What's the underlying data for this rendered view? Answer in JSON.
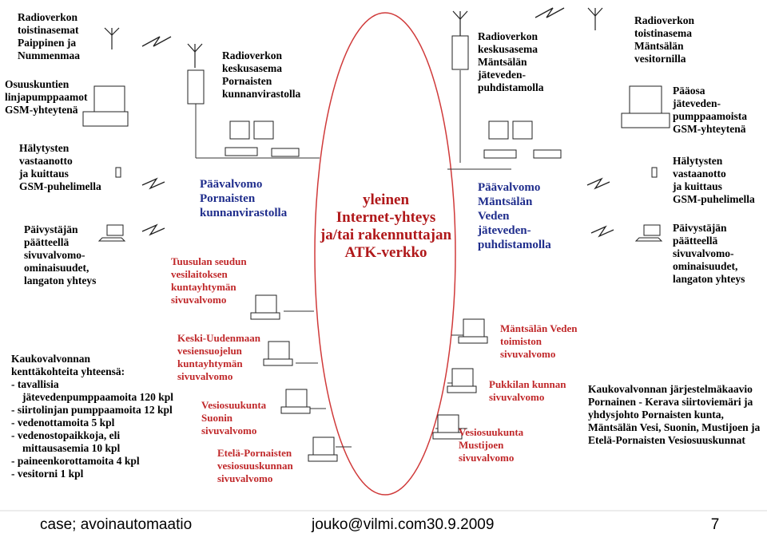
{
  "labels": {
    "tl_radio": [
      "Radioverkon",
      "toistinasemat",
      "Paippinen ja",
      "Nummenmaa"
    ],
    "tl_pump": [
      "Osuuskuntien",
      "linjapumppaamot",
      "GSM-yhteytenä"
    ],
    "tl_alarm": [
      "Hälytysten",
      "vastaanotto",
      "ja kuittaus",
      "GSM-puhelimella"
    ],
    "tl_duty": [
      "Päivystäjän",
      "päätteellä",
      "sivuvalvomo-",
      "ominaisuudet,",
      "langaton yhteys"
    ],
    "l_central": [
      "Radioverkon",
      "keskusasema",
      "Pornaisten",
      "kunnanvirastolla"
    ],
    "l_main": [
      "Päävalvomo",
      "Pornaisten",
      "kunnanvirastolla"
    ],
    "l_tuusula": [
      "Tuusulan seudun",
      "vesilaitoksen",
      "kuntayhtymän",
      "sivuvalvomo"
    ],
    "l_keski": [
      "Keski-Uudenmaan",
      "vesiensuojelun",
      "kuntayhtymän",
      "sivuvalvomo"
    ],
    "l_suoni": [
      "Vesiosuukunta",
      "Suonin",
      "sivuvalvomo"
    ],
    "l_etela": [
      "Etelä-Pornaisten",
      "vesiosuuskunnan",
      "sivuvalvomo"
    ],
    "center": [
      "yleinen",
      "Internet-yhteys",
      "ja/tai rakennuttajan",
      "ATK-verkko"
    ],
    "r_central": [
      "Radioverkon",
      "keskusasema",
      "Mäntsälän",
      "jäteveden-",
      "puhdistamolla"
    ],
    "tr_radio": [
      "Radioverkon",
      "toistinasema",
      "Mäntsälän",
      "vesitornilla"
    ],
    "tr_pump": [
      "Pääosa",
      "jäteveden-",
      "pumppaamoista",
      "GSM-yhteytenä"
    ],
    "tr_alarm": [
      "Hälytysten",
      "vastaanotto",
      "ja kuittaus",
      "GSM-puhelimella"
    ],
    "tr_duty": [
      "Päivystäjän",
      "päätteellä",
      "sivuvalvomo-",
      "ominaisuudet,",
      "langaton yhteys"
    ],
    "r_main": [
      "Päävalvomo",
      "Mäntsälän",
      "Veden",
      "jäteveden-",
      "puhdistamolla"
    ],
    "r_mvesi": [
      "Mäntsälän Veden",
      "toimiston",
      "sivuvalvomo"
    ],
    "r_pukkila": [
      "Pukkilan kunnan",
      "sivuvalvomo"
    ],
    "r_mustijoki": [
      "Vesiosuukunta",
      "Mustijoen",
      "sivuvalvomo"
    ],
    "bl_stats": [
      "Kaukovalvonnan",
      "kenttäkohteita yhteensä:",
      "- tavallisia",
      "   jätevedenpumppaamoita 120 kpl",
      "- siirtolinjan pumppaamoita 12 kpl",
      "- vedenottamoita 5 kpl",
      "- vedenostopaikkoja, eli",
      "   mittausasemia 10 kpl",
      "- paineenkorottamoita 4 kpl",
      "- vesitorni 1 kpl"
    ],
    "br_system": [
      "Kaukovalvonnan järjestelmäkaavio",
      "Pornainen - Kerava siirtoviemäri ja",
      "yhdysjohto Pornaisten kunta,",
      "Mäntsälän Vesi, Suonin, Mustijoen ja",
      "Etelä-Pornaisten Vesiosuuskunnat"
    ]
  },
  "footer": {
    "left": [
      "case; avoin",
      "automaatio"
    ],
    "center": [
      "jouko@vilmi.com",
      "30.9.2009"
    ],
    "page": "7"
  },
  "colors": {
    "ellipse": "#d03a3a",
    "blue_text": "#1f2d8c",
    "red_text": "#c0282a",
    "center_text": "#b0181a"
  }
}
